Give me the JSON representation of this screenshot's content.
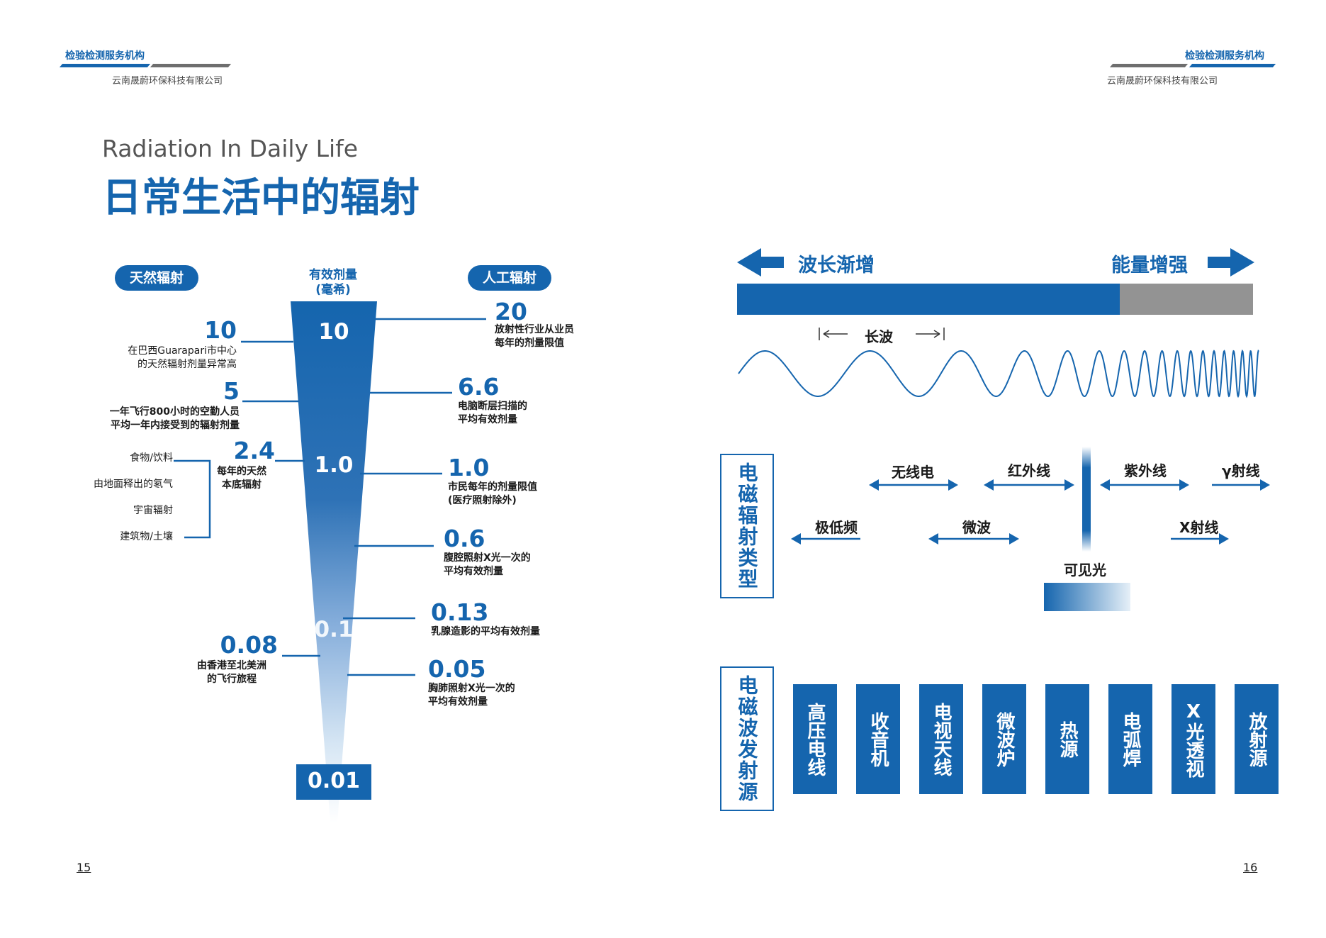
{
  "left_header": {
    "brand": "检验检测服务机构",
    "company": "云南晟蔚环保科技有限公司"
  },
  "right_header": {
    "brand": "检验检测服务机构",
    "company": "云南晟蔚环保科技有限公司"
  },
  "title_en": "Radiation In Daily Life",
  "title_zh": "日常生活中的辐射",
  "natural_label": "天然辐射",
  "artificial_label": "人工辐射",
  "dose_header": {
    "line1": "有效剂量",
    "line2": "(毫希)"
  },
  "cone_labels": {
    "top": "10",
    "mid": "1.0",
    "low": "0.1",
    "bottom": "0.01"
  },
  "natural_items": [
    {
      "value": "10",
      "text1": "在巴西Guarapari市中心",
      "text2": "的天然辐射剂量异常高"
    },
    {
      "value": "5",
      "text1": "一年飞行800小时的空勤人员",
      "text2": "平均一年内接受到的辐射剂量"
    },
    {
      "value": "2.4",
      "text1": "每年的天然",
      "text2": "本底辐射"
    },
    {
      "value": "0.08",
      "text1": "由香港至北美洲",
      "text2": "的飞行旅程"
    }
  ],
  "background_sources": [
    "食物/饮料",
    "由地面释出的氡气",
    "宇宙辐射",
    "建筑物/土壤"
  ],
  "artificial_items": [
    {
      "value": "20",
      "text1": "放射性行业从业员",
      "text2": "每年的剂量限值"
    },
    {
      "value": "6.6",
      "text1": "电脑断层扫描的",
      "text2": "平均有效剂量"
    },
    {
      "value": "1.0",
      "text1": "市民每年的剂量限值",
      "text2": "(医疗照射除外)"
    },
    {
      "value": "0.6",
      "text1": "腹腔照射X光一次的",
      "text2": "平均有效剂量"
    },
    {
      "value": "0.13",
      "text1": "乳腺造影的平均有效剂量",
      "text2": ""
    },
    {
      "value": "0.05",
      "text1": "胸肺照射X光一次的",
      "text2": "平均有效剂量"
    }
  ],
  "spectrum": {
    "wavelength_increase": "波长渐增",
    "energy_increase": "能量增强",
    "long_wave": "长波"
  },
  "em_types_title": "电磁辐射类型",
  "em_types": {
    "radio": "无线电",
    "infrared": "红外线",
    "ultraviolet": "紫外线",
    "gamma": "γ射线",
    "elf": "极低频",
    "microwave": "微波",
    "xray": "X射线",
    "visible": "可见光"
  },
  "em_sources_title": "电磁波发射源",
  "em_sources": [
    "高压电线",
    "收音机",
    "电视天线",
    "微波炉",
    "热源",
    "电弧焊",
    "X光透视",
    "放射源"
  ],
  "page_left": "15",
  "page_right": "16"
}
